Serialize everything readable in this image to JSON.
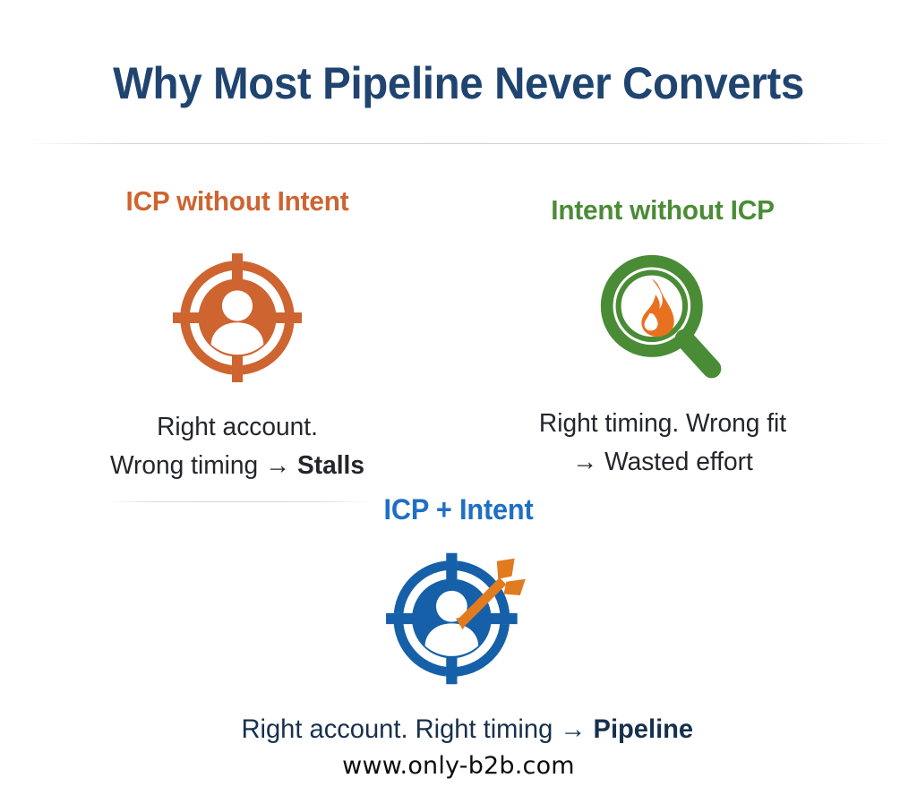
{
  "poster": {
    "title": "Why Most Pipeline Never Converts",
    "background_color": "#FFFFFF",
    "title_color": "#1F4470"
  },
  "cards": [
    {
      "id": "icp-without-intent",
      "title": "ICP without Intent",
      "color": "#CE6430",
      "icon": "target-person-icon",
      "text_line1": "Right account.",
      "text_line2_prefix": "Wrong timing → ",
      "text_line2_emphasis": "Stalls"
    },
    {
      "id": "intent-without-icp",
      "title": "Intent without ICP",
      "color": "#4A8C36",
      "icon": "magnifier-flame-icon",
      "text_line1": "Right timing. Wrong fit",
      "text_line2_prefix": "→ Wasted effort",
      "text_line2_emphasis": ""
    },
    {
      "id": "icp-plus-intent",
      "title": "ICP + Intent",
      "color": "#1F6FC4",
      "icon": "target-person-arrow-icon",
      "text_line1": "",
      "text_line2_prefix": "Right account. Right timing → ",
      "text_line2_emphasis": "Pipeline"
    }
  ],
  "footer": {
    "website": "www.only-b2b.com"
  },
  "palette": {
    "orange": "#CE6430",
    "orange_flame": "#E8711F",
    "green": "#4A8C36",
    "blue": "#1560A8",
    "blue_light": "#1F6FC4",
    "navy": "#1F4470",
    "text_dark": "#23262B",
    "text_navy": "#17304D",
    "rule": "#D0D0D5"
  }
}
